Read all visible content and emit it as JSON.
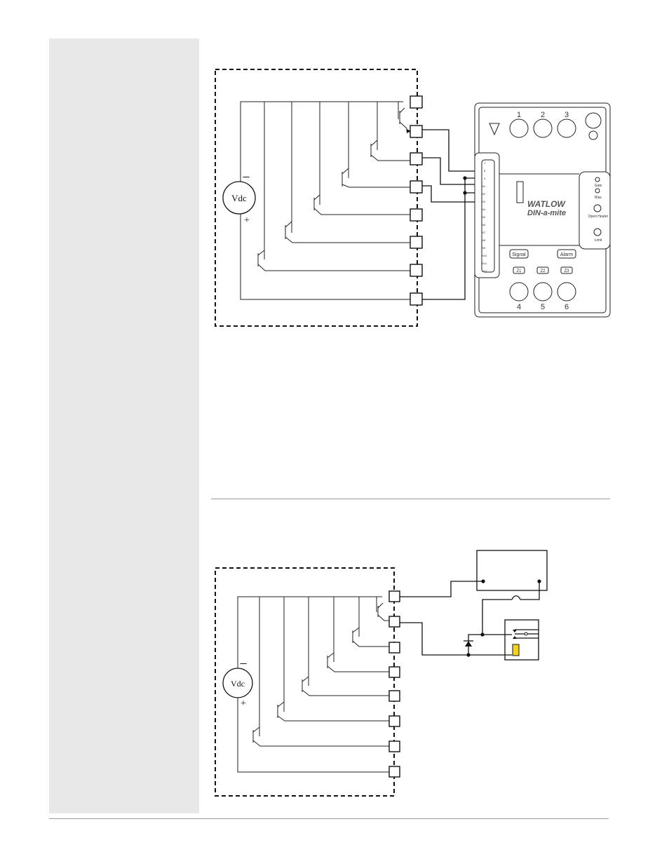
{
  "figure1": {
    "source_label": "Vdc",
    "minus_sign": "−",
    "plus_sign": "+",
    "terminal_count": 8,
    "device": {
      "brand": "WATLOW",
      "product": "DIN-a-mite",
      "zone_numbers_top": [
        "1",
        "2",
        "3"
      ],
      "zone_numbers_bottom": [
        "4",
        "5",
        "6"
      ],
      "led_labels": [
        "Gate",
        "Blas",
        "Open Heater",
        "Limit"
      ],
      "signal_label": "Signal",
      "alarm_label": "Alarm",
      "zone_labels": [
        "Z1",
        "Z2",
        "Z3"
      ],
      "connector_labels": [
        "Y",
        "8",
        "9",
        "N1",
        "N2",
        "N3",
        "N4",
        "N5",
        "N6",
        "N7",
        "N8",
        "N9",
        "N10",
        "N11",
        "N12"
      ]
    }
  },
  "figure2": {
    "source_label": "Vdc",
    "minus_sign": "−",
    "plus_sign": "+",
    "terminal_count": 8
  }
}
